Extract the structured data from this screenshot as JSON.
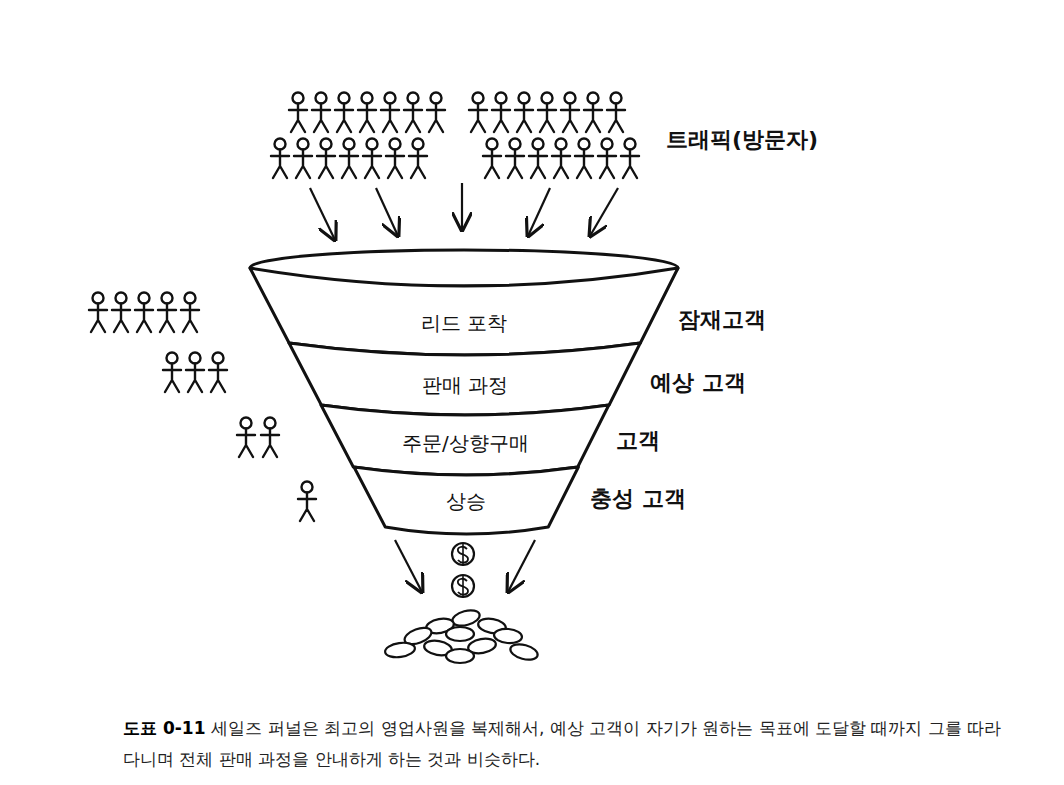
{
  "diagram": {
    "caption": "세일즈 퍼널은 최고의 영업사원을 복제해서, 예상 고객이 자기가 원하는 목표에 도달할 때까지 그를 따라다니며 전체 판매 과정을 안내하게 하는 것과 비슷하다.",
    "nodes": [
      {
        "text": [
          "리드 포착"
        ]
      },
      {
        "text": [
          "판매 과정"
        ]
      },
      {
        "text": [
          "주문/상향구매"
        ]
      },
      {
        "text": [
          "상승"
        ]
      }
    ],
    "labels": [
      "트래픽(방문자)",
      "잠재고객",
      "예상 고객",
      "고객",
      "충성 고객",
      "도표 0-11"
    ]
  }
}
